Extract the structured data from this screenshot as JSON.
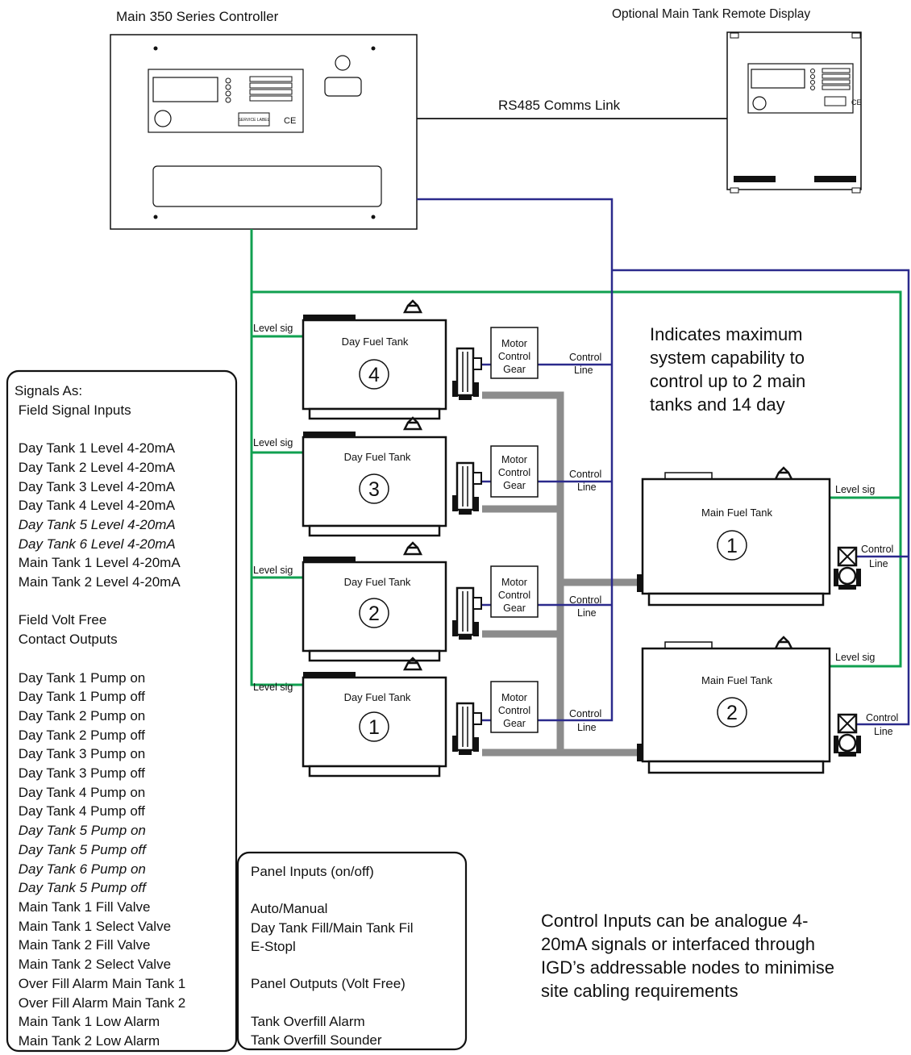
{
  "controller": {
    "title": "Main 350 Series Controller",
    "service_label": "SERVICE LABEL",
    "ce_mark": "CE"
  },
  "remote_display": {
    "title": "Optional Main Tank Remote Display",
    "ce_mark": "CE"
  },
  "comms_link_label": "RS485 Comms Link",
  "day_tanks": [
    {
      "label": "Day Fuel Tank",
      "number": "4",
      "level_sig": "Level sig",
      "mcg": [
        "Motor",
        "Control",
        "Gear"
      ],
      "control_line": [
        "Control",
        "Line"
      ]
    },
    {
      "label": "Day Fuel Tank",
      "number": "3",
      "level_sig": "Level sig",
      "mcg": [
        "Motor",
        "Control",
        "Gear"
      ],
      "control_line": [
        "Control",
        "Line"
      ]
    },
    {
      "label": "Day Fuel Tank",
      "number": "2",
      "level_sig": "Level sig",
      "mcg": [
        "Motor",
        "Control",
        "Gear"
      ],
      "control_line": [
        "Control",
        "Line"
      ]
    },
    {
      "label": "Day Fuel Tank",
      "number": "1",
      "level_sig": "Level sig",
      "mcg": [
        "Motor",
        "Control",
        "Gear"
      ],
      "control_line": [
        "Control",
        "Line"
      ]
    }
  ],
  "main_tanks": [
    {
      "label": "Main Fuel Tank",
      "number": "1",
      "level_sig": "Level sig",
      "control_line": [
        "Control",
        "Line"
      ]
    },
    {
      "label": "Main Fuel Tank",
      "number": "2",
      "level_sig": "Level sig",
      "control_line": [
        "Control",
        "Line"
      ]
    }
  ],
  "capability_note": [
    "Indicates maximum",
    "system capability to",
    "control up to 2 main",
    "tanks and 14 day"
  ],
  "signals_panel": {
    "lines": [
      {
        "t": "Signals As:",
        "i": false
      },
      {
        "t": " Field Signal Inputs",
        "i": false
      },
      {
        "t": "",
        "i": false
      },
      {
        "t": " Day Tank 1 Level 4-20mA",
        "i": false
      },
      {
        "t": " Day Tank 2 Level 4-20mA",
        "i": false
      },
      {
        "t": " Day Tank 3 Level 4-20mA",
        "i": false
      },
      {
        "t": " Day Tank 4 Level 4-20mA",
        "i": false
      },
      {
        "t": " Day Tank 5 Level 4-20mA",
        "i": true
      },
      {
        "t": " Day Tank 6 Level 4-20mA",
        "i": true
      },
      {
        "t": " Main Tank 1 Level 4-20mA",
        "i": false
      },
      {
        "t": " Main Tank 2 Level 4-20mA",
        "i": false
      },
      {
        "t": "",
        "i": false
      },
      {
        "t": " Field Volt Free",
        "i": false
      },
      {
        "t": " Contact Outputs",
        "i": false
      },
      {
        "t": "",
        "i": false
      },
      {
        "t": " Day Tank 1 Pump on",
        "i": false
      },
      {
        "t": " Day Tank 1 Pump off",
        "i": false
      },
      {
        "t": " Day Tank 2 Pump on",
        "i": false
      },
      {
        "t": " Day Tank 2 Pump off",
        "i": false
      },
      {
        "t": " Day Tank 3 Pump on",
        "i": false
      },
      {
        "t": " Day Tank 3 Pump off",
        "i": false
      },
      {
        "t": " Day Tank 4 Pump on",
        "i": false
      },
      {
        "t": " Day Tank 4 Pump off",
        "i": false
      },
      {
        "t": " Day Tank 5 Pump on",
        "i": true
      },
      {
        "t": " Day Tank 5 Pump off",
        "i": true
      },
      {
        "t": " Day Tank 6 Pump on",
        "i": true
      },
      {
        "t": " Day Tank 5 Pump off",
        "i": true
      },
      {
        "t": " Main Tank 1 Fill Valve",
        "i": false
      },
      {
        "t": " Main Tank 1 Select Valve",
        "i": false
      },
      {
        "t": " Main Tank 2 Fill Valve",
        "i": false
      },
      {
        "t": " Main Tank 2 Select Valve",
        "i": false
      },
      {
        "t": " Over Fill Alarm Main Tank 1",
        "i": false
      },
      {
        "t": " Over Fill Alarm Main Tank 2",
        "i": false
      },
      {
        "t": " Main Tank 1 Low Alarm",
        "i": false
      },
      {
        "t": " Main Tank 2 Low Alarm",
        "i": false
      }
    ]
  },
  "panel_io": {
    "lines": [
      "Panel Inputs (on/off)",
      "",
      "Auto/Manual",
      "Day Tank Fill/Main Tank Fil",
      "E-Stopl",
      "",
      "Panel Outputs (Volt Free)",
      "",
      "Tank Overfill Alarm",
      "Tank Overfill Sounder"
    ]
  },
  "control_inputs_note": [
    "Control Inputs can be analogue 4-",
    "20mA signals or interfaced through",
    "IGD’s addressable nodes to minimise",
    "site cabling requirements"
  ],
  "colors": {
    "level_signal": "#10a050",
    "control_line": "#2b2a8c",
    "pipe": "#8c8c8c",
    "outline": "#111111"
  }
}
